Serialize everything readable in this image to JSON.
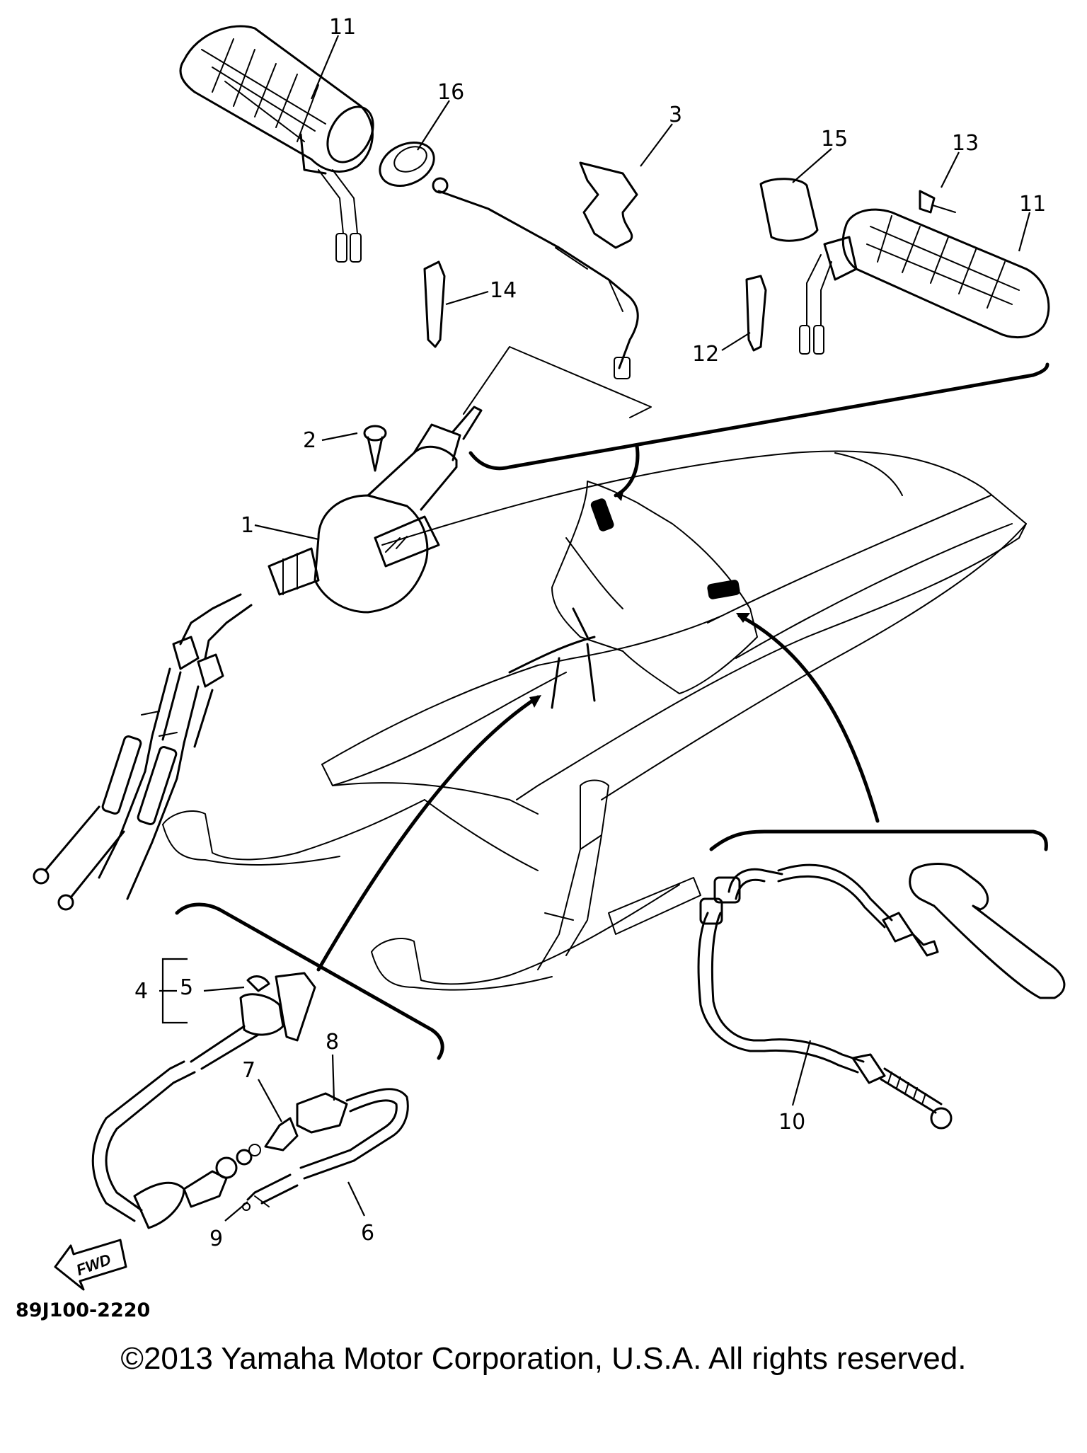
{
  "callouts": {
    "p1": "1",
    "p2": "2",
    "p3": "3",
    "p4": "4",
    "p5": "5",
    "p6": "6",
    "p7": "7",
    "p8": "8",
    "p9": "9",
    "p10": "10",
    "p11a": "11",
    "p11b": "11",
    "p12": "12",
    "p13": "13",
    "p14": "14",
    "p15": "15",
    "p16": "16"
  },
  "fwd_label": "FWD",
  "diagram_code": "89J100-2220",
  "copyright": "©2013 Yamaha Motor Corporation, U.S.A. All rights reserved."
}
